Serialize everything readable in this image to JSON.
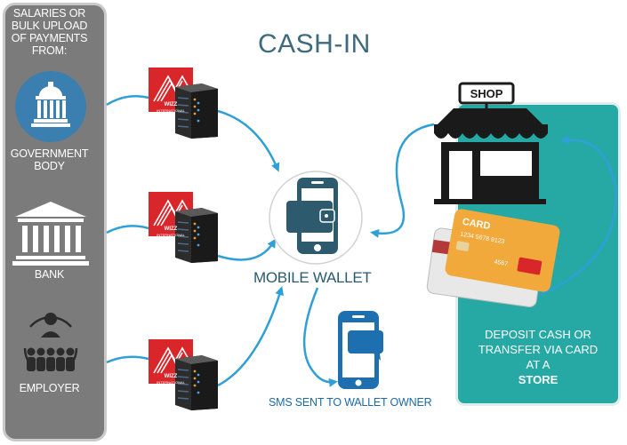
{
  "title": "CASH-IN",
  "left_panel": {
    "heading_lines": [
      "SALARIES OR",
      "BULK UPLOAD",
      "OF PAYMENTS",
      "FROM:"
    ],
    "sources": [
      {
        "label_lines": [
          "GOVERNMENT",
          "BODY"
        ],
        "icon": "government-building-icon"
      },
      {
        "label_lines": [
          "BANK"
        ],
        "icon": "bank-icon"
      },
      {
        "label_lines": [
          "EMPLOYER"
        ],
        "icon": "employer-group-icon"
      }
    ]
  },
  "servers": {
    "logo_text": "WIZZ",
    "logo_subtext": "INTERNATIONAL",
    "count": 3
  },
  "wallet": {
    "label": "MOBILE WALLET"
  },
  "sms": {
    "label": "SMS SENT TO WALLET OWNER"
  },
  "store": {
    "sign_text": "SHOP",
    "card_text": "CARD",
    "card_number": "1234 5678 9123",
    "card_number_2": "4567",
    "description_lines": [
      "DEPOSIT CASH OR",
      "TRANSFER VIA CARD",
      "AT A"
    ],
    "emphasis": "STORE"
  },
  "colors": {
    "left_panel": "#7b7b7b",
    "title": "#3d6a7f",
    "arrow": "#2f9fd8",
    "right_panel": "#26a9a5",
    "wizz_red": "#d9262b",
    "wallet_icon": "#2e5a6e",
    "sms_icon": "#1d6fb0"
  }
}
